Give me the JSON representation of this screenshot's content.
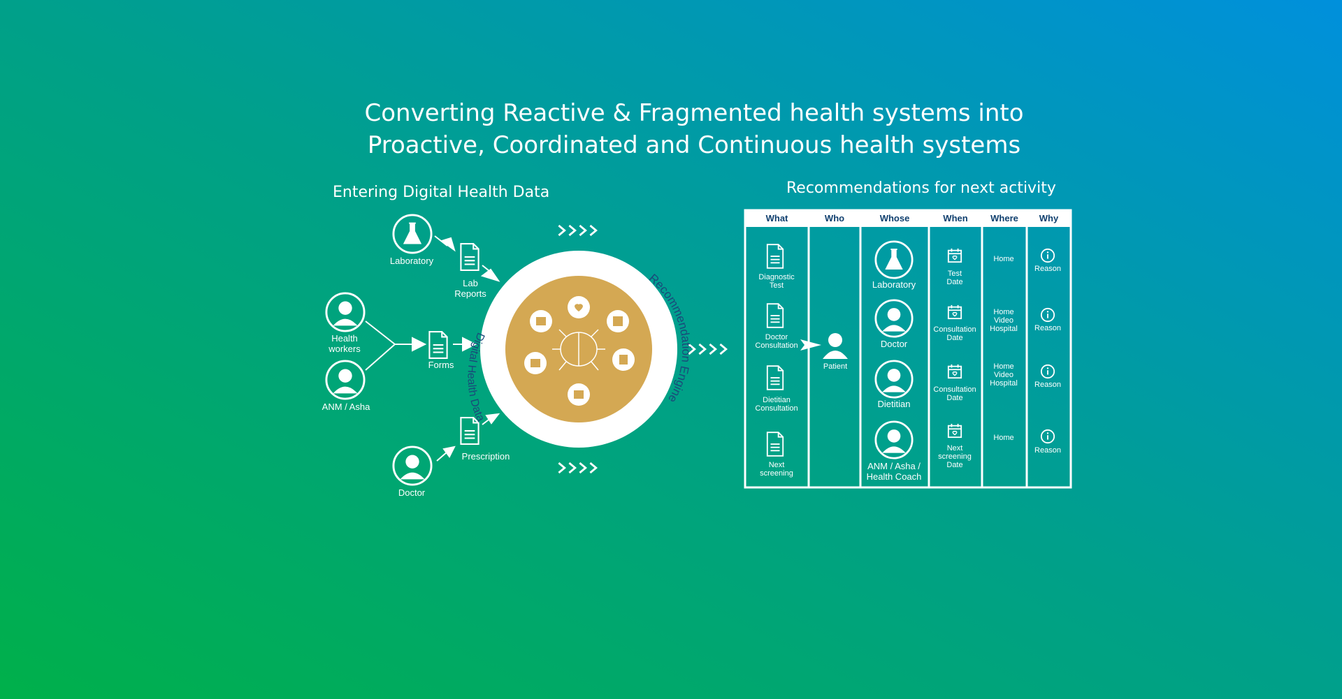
{
  "title": {
    "line1": "Converting Reactive & Fragmented health systems into",
    "line2": "Proactive, Coordinated and Continuous health systems"
  },
  "left_section": {
    "heading": "Entering Digital Health Data",
    "sources": {
      "laboratory": "Laboratory",
      "health_workers": "Health workers",
      "anm_asha": "ANM / Asha",
      "doctor": "Doctor"
    },
    "documents": {
      "lab_reports": "Lab Reports",
      "forms": "Forms",
      "prescription": "Prescription"
    }
  },
  "engine": {
    "inner_ring_label": "Digital Health Data",
    "outer_ring_label": "Recommendation Engine",
    "accent_color": "#d4a853"
  },
  "right_section": {
    "heading": "Recommendations for next activity",
    "columns": [
      "What",
      "Who",
      "Whose",
      "When",
      "Where",
      "Why"
    ],
    "who": "Patient",
    "rows": [
      {
        "what": "Diagnostic Test",
        "whose": "Laboratory",
        "when": "Test Date",
        "where": "Home",
        "why": "Reason"
      },
      {
        "what": "Doctor Consultation",
        "whose": "Doctor",
        "when": "Consultation Date",
        "where": "Home Video Hospital",
        "why": "Reason"
      },
      {
        "what": "Dietitian Consultation",
        "whose": "Dietitian",
        "when": "Consultation Date",
        "where": "Home Video Hospital",
        "why": "Reason"
      },
      {
        "what": "Next screening",
        "whose": "ANM / Asha / Health Coach",
        "when": "Next screening Date",
        "where": "Home",
        "why": "Reason"
      }
    ]
  },
  "colors": {
    "bg_green": "#00b04a",
    "bg_teal": "#00a08a",
    "bg_blue": "#0090dc",
    "header_text": "#0f3f6e",
    "engine_ring_text": "#1a4a7a"
  }
}
